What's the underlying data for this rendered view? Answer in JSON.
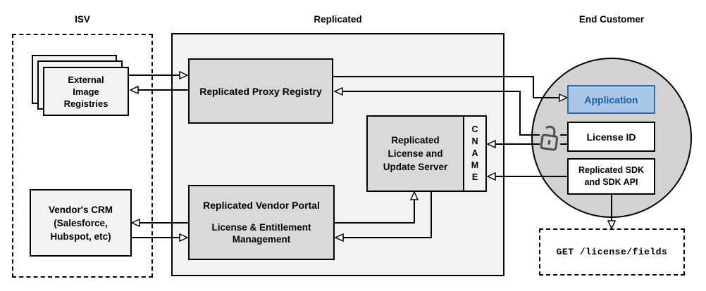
{
  "sections": {
    "isv": "ISV",
    "replicated": "Replicated",
    "end_customer": "End Customer"
  },
  "nodes": {
    "external_registries": [
      "External",
      "Image",
      "Registries"
    ],
    "vendor_crm": [
      "Vendor's CRM",
      "(Salesforce,",
      "Hubspot, etc)"
    ],
    "proxy_registry": "Replicated Proxy Registry",
    "license_server": [
      "Replicated",
      "License and",
      "Update Server"
    ],
    "cname": [
      "C",
      "N",
      "A",
      "M",
      "E"
    ],
    "vendor_portal_title": "Replicated Vendor Portal",
    "vendor_portal_sub": [
      "License & Entitlement",
      "Management"
    ],
    "application": "Application",
    "license_id": "License ID",
    "sdk": [
      "Replicated SDK",
      "and SDK API"
    ],
    "get_request": "GET /license/fields"
  },
  "icons": {
    "lock": "unlocked-padlock"
  },
  "colors": {
    "container_fill": "#f2f2f2",
    "node_fill": "#d9d9d9",
    "circle_fill": "#d2d2d2",
    "application_fill": "#a9c7e8",
    "application_border": "#2d6cab",
    "application_text": "#1b5ea6",
    "line": "#000000"
  }
}
